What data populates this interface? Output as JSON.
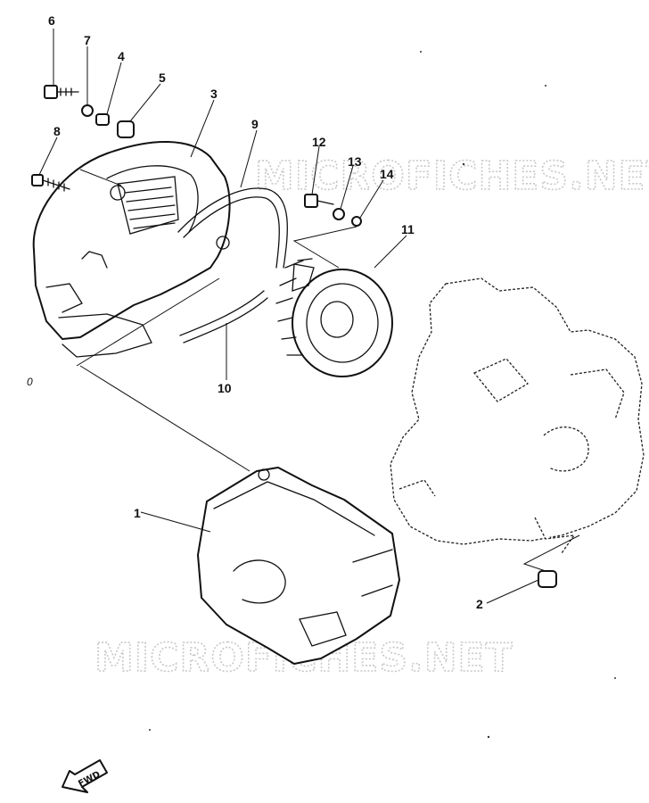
{
  "diagram": {
    "watermark_top": "MICROFICHES.NET",
    "watermark_bottom": "MICROFICHES.NET",
    "corner_mark": "0",
    "fwd_label": "FWD",
    "callouts": [
      "1",
      "2",
      "3",
      "4",
      "5",
      "6",
      "7",
      "8",
      "9",
      "10",
      "11",
      "12",
      "13",
      "14"
    ]
  }
}
